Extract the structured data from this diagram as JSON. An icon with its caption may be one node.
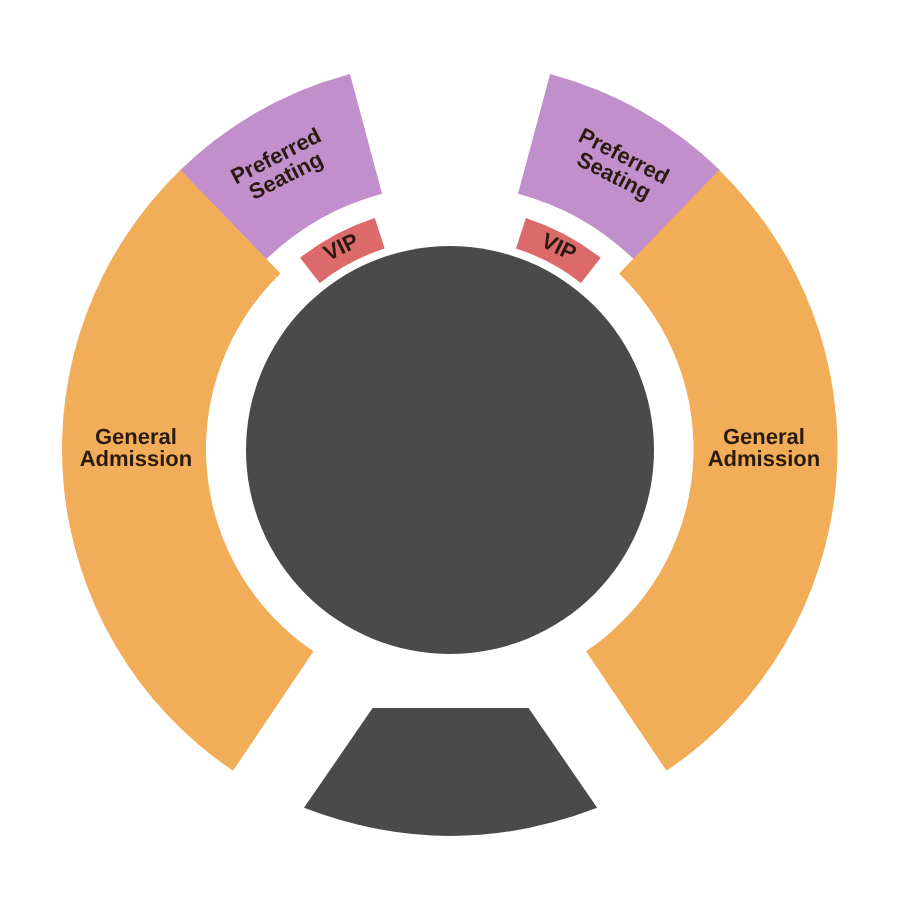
{
  "diagram": {
    "nodes": [
      {
        "text": [
          "Preferred Seating"
        ]
      },
      {
        "text": [
          "Preferred Seating"
        ]
      },
      {
        "text": [
          "VIP"
        ]
      },
      {
        "text": [
          "VIP"
        ]
      },
      {
        "text": [
          "General Admission"
        ]
      },
      {
        "text": [],
        "shape": "circle"
      },
      {
        "text": [
          "General Admission"
        ]
      },
      {
        "text": [],
        "shape": "box"
      }
    ]
  }
}
